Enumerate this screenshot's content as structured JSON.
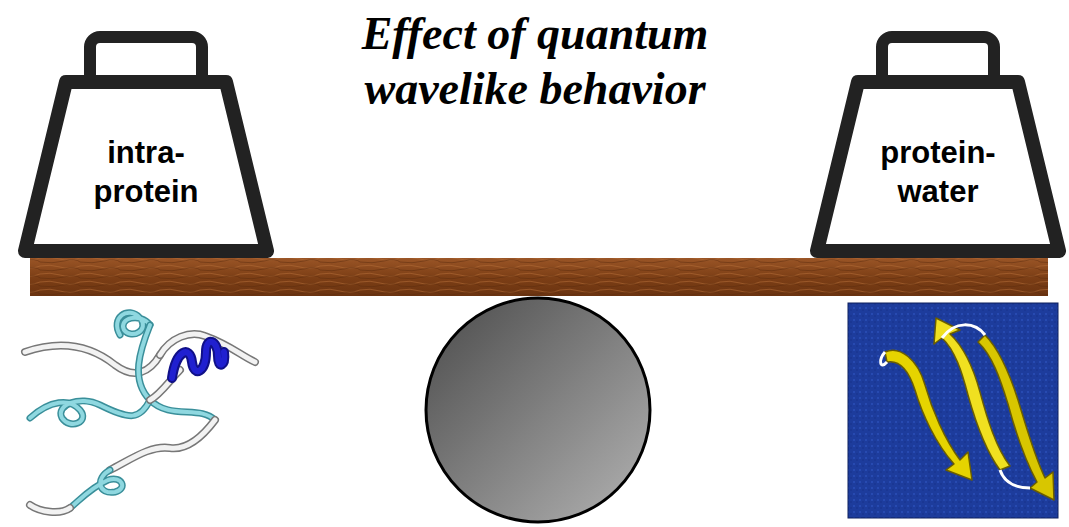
{
  "diagram": {
    "title": "Effect of quantum wavelike behavior",
    "nodes": [
      {
        "text": [
          "intra- protein"
        ]
      },
      {
        "text": [
          "protein- water"
        ]
      }
    ]
  }
}
